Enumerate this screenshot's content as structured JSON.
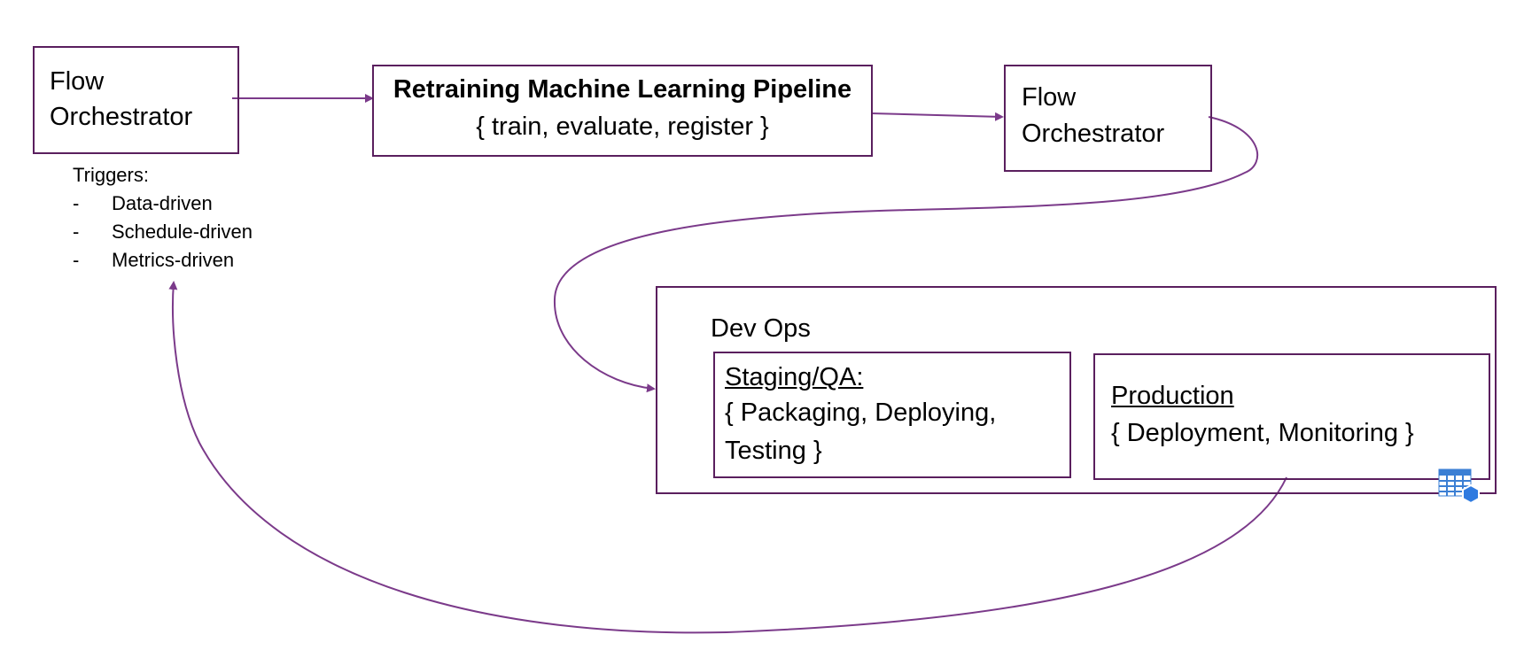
{
  "flow_orchestrator_left": {
    "line1": "Flow",
    "line2": "Orchestrator"
  },
  "pipeline": {
    "title": "Retraining Machine Learning Pipeline",
    "steps": "{ train, evaluate, register }"
  },
  "flow_orchestrator_right": {
    "line1": "Flow",
    "line2": "Orchestrator"
  },
  "triggers": {
    "heading": "Triggers:",
    "items": [
      {
        "dash": "-",
        "label": "Data-driven"
      },
      {
        "dash": "-",
        "label": "Schedule-driven"
      },
      {
        "dash": "-",
        "label": "Metrics-driven"
      }
    ]
  },
  "devops": {
    "title": "Dev Ops",
    "staging": {
      "title": "Staging/QA:",
      "line1": "{ Packaging, Deploying,",
      "line2": "Testing }"
    },
    "production": {
      "title": "Production",
      "line1": "{ Deployment,  Monitoring }"
    }
  },
  "colors": {
    "line": "#7b3a8a",
    "box_border": "#5a1f5e",
    "icon": "#3b7fd4"
  },
  "icons": {
    "table_badge": "table-hexagon-icon"
  }
}
